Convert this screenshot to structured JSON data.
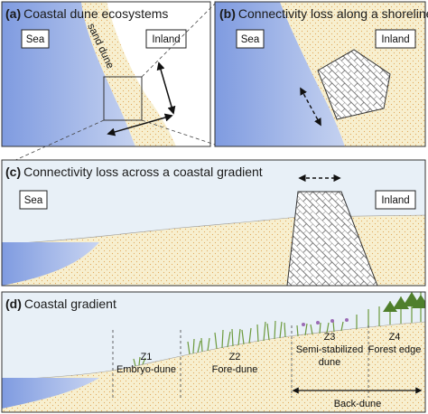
{
  "figure": {
    "colors": {
      "sea": "#8fa8e0",
      "sea_light": "#dfe6f6",
      "sky": "#e8f0f7",
      "sand": "#f7efcf",
      "sand_dot": "#e2a95a",
      "wall": "#ffffff",
      "vegetation": "#6c9a3c"
    },
    "panel_a": {
      "tag": "(a)",
      "title": "Coastal dune ecosystems",
      "sea_label": "Sea",
      "inland_label": "Inland",
      "dune_label": "sand dune"
    },
    "panel_b": {
      "tag": "(b)",
      "title": "Connectivity loss along a shoreline",
      "sea_label": "Sea",
      "inland_label": "Inland"
    },
    "panel_c": {
      "tag": "(c)",
      "title": "Connectivity loss across a coastal gradient",
      "sea_label": "Sea",
      "inland_label": "Inland"
    },
    "panel_d": {
      "tag": "(d)",
      "title": "Coastal gradient",
      "zones": [
        {
          "code": "Z1",
          "name": "Embryo-dune"
        },
        {
          "code": "Z2",
          "name": "Fore-dune"
        },
        {
          "code": "Z3",
          "name": "Semi-stabilized",
          "name2": "dune"
        },
        {
          "code": "Z4",
          "name": "Forest edge"
        }
      ],
      "backdune_label": "Back-dune"
    }
  }
}
